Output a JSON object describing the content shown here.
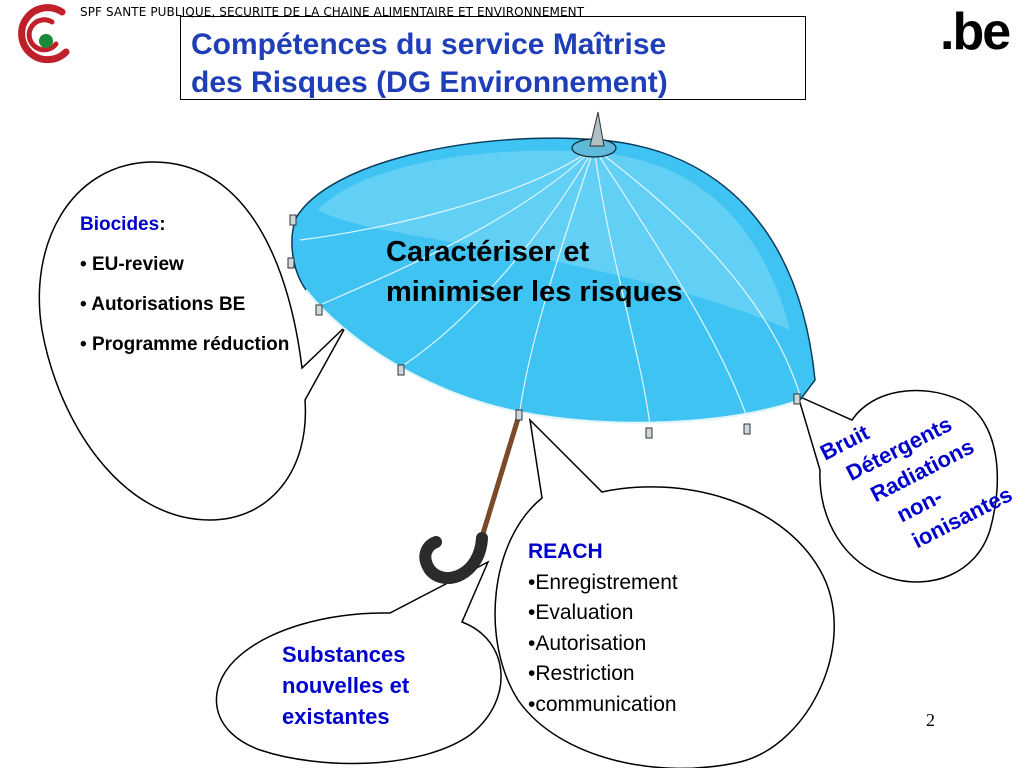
{
  "header": {
    "organization": "SPF SANTE PUBLIQUE, SECURITE DE LA CHAINE ALIMENTAIRE ET ENVIRONNEMENT",
    "title_line1": "Compétences du service Maîtrise",
    "title_line2": "des Risques (DG Environnement)",
    "be_logo": ".be",
    "org_logo_icon": "spf-swirl-logo-icon"
  },
  "umbrella": {
    "icon": "umbrella-icon",
    "line1": "Caractériser et",
    "line2": "minimiser les risques"
  },
  "biocides": {
    "heading": "Biocides",
    "colon": ":",
    "items": [
      "EU-review",
      "Autorisations BE",
      "Programme réduction"
    ]
  },
  "reach": {
    "heading": "REACH",
    "items": [
      "•Enregistrement",
      "•Evaluation",
      "•Autorisation",
      "•Restriction",
      "•communication"
    ]
  },
  "substances": {
    "line1": "Substances",
    "line2": "nouvelles et",
    "line3": "existantes"
  },
  "other_topics": {
    "lines": [
      "Bruit",
      "Détergents",
      "Radiations",
      "non-",
      "ionisantes"
    ]
  },
  "page_number": "2",
  "colors": {
    "title": "#1f3fb8",
    "highlight_blue": "#0000cc",
    "umbrella_fill": "#3ec3f2",
    "logo_red": "#c0202a",
    "logo_green": "#1a8a3a"
  }
}
